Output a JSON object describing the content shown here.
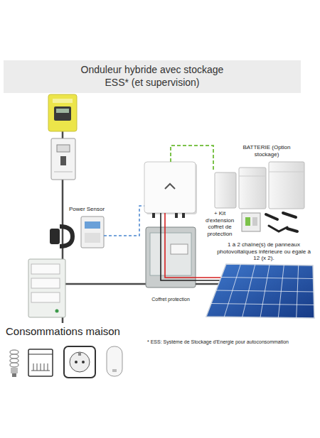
{
  "diagram": {
    "title": "Onduleur hybride avec stockage ESS* (et supervision)",
    "nodes": [
      {
        "text": [
          "BATTERIE (Option stockage)"
        ]
      },
      {
        "text": [
          "Power Sensor"
        ]
      },
      {
        "text": [
          "+ Kit d'extension coffret de protection"
        ]
      },
      {
        "text": [
          "Coffret protection"
        ]
      },
      {
        "text": [
          "1 à 2 chaîne(s) de panneaux photovoltaïques inférieure ou égale à 12 (x 2)."
        ]
      },
      {
        "text": [
          "Consommations maison"
        ]
      }
    ],
    "edges": [
      {
        "from": 3,
        "to": 4,
        "arrow": "none"
      }
    ],
    "labels": [
      "* ESS: Système de Stockage d'Energie pour autoconsommation"
    ]
  }
}
